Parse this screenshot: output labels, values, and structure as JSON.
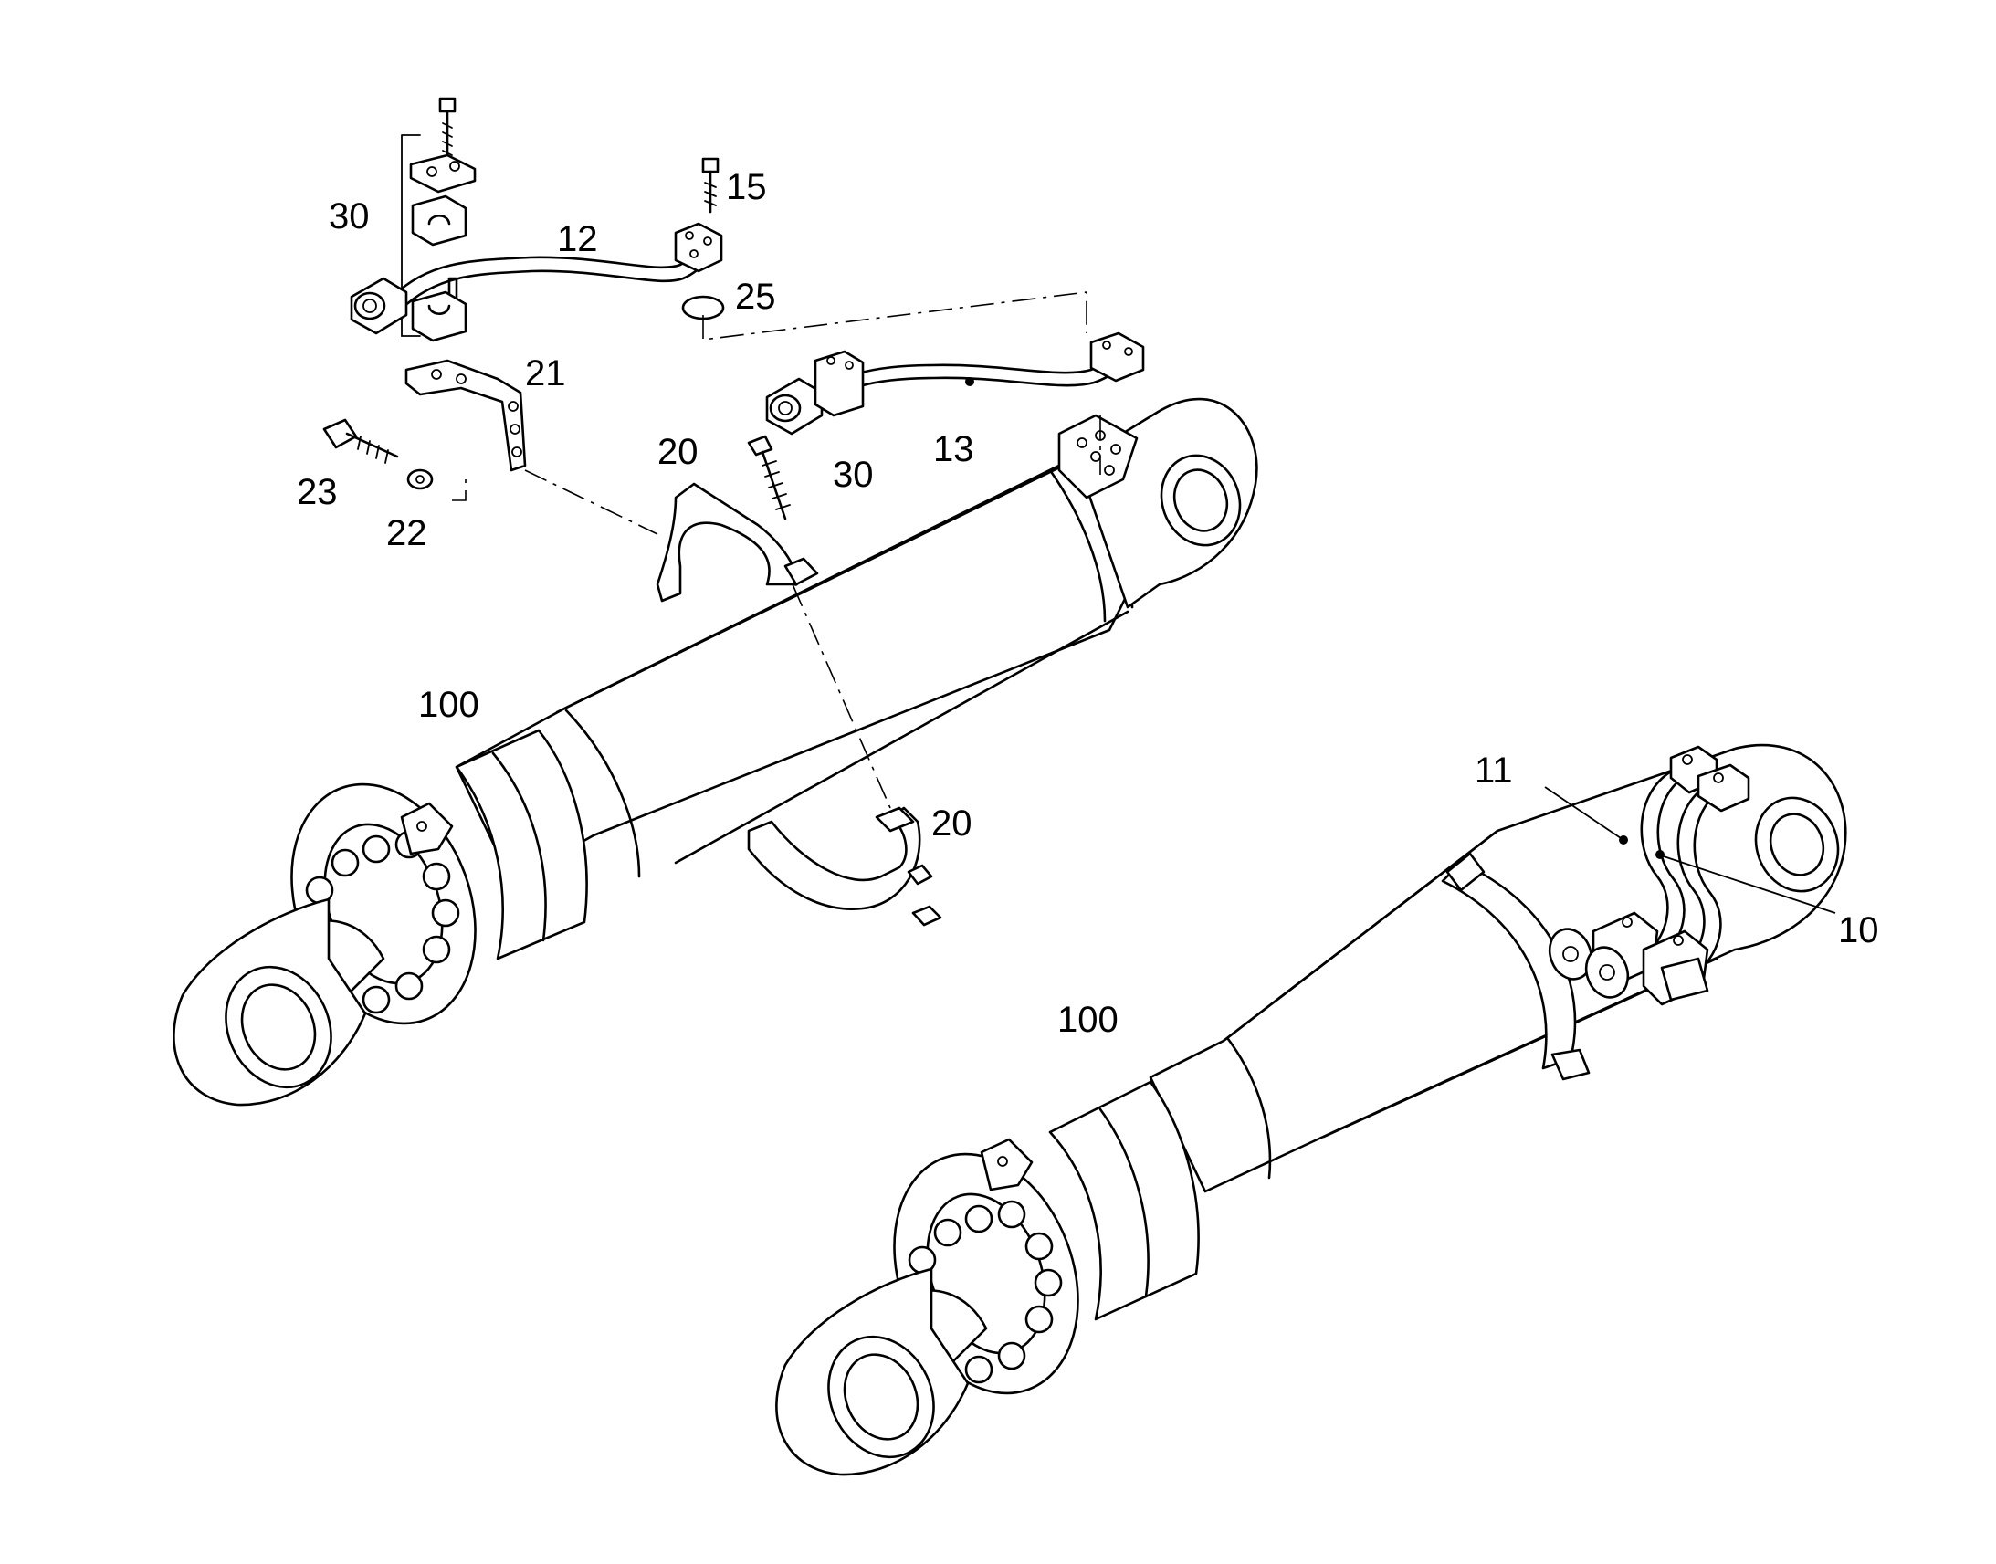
{
  "labels": {
    "p30a": "30",
    "p12": "12",
    "p15": "15",
    "p25": "25",
    "p21": "21",
    "p20a": "20",
    "p23": "23",
    "p22": "22",
    "p30b": "30",
    "p13": "13",
    "p100a": "100",
    "p20b": "20",
    "p11": "11",
    "p10": "10",
    "p100b": "100"
  }
}
